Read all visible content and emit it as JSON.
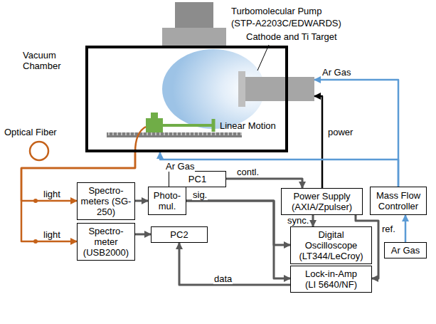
{
  "diagram": {
    "nodes": [
      {
        "text": [
          "Turbomolecular Pump",
          "(STP-A2203C/EDWARDS)"
        ]
      },
      {
        "text": [
          "Vacuum Chamber"
        ]
      },
      {
        "text": [
          "PC1"
        ]
      },
      {
        "text": [
          "Power Supply (AXIA/Zpulser)"
        ]
      },
      {
        "text": [
          "Mass Flow Controller"
        ]
      },
      {
        "text": [
          "Spectro- meters (SG-250)"
        ]
      },
      {
        "text": [
          "Photo- mul."
        ]
      },
      {
        "text": [
          "Spectro- meter (USB2000)"
        ]
      },
      {
        "text": [
          "PC2"
        ]
      },
      {
        "text": [
          "Digital Oscilloscope (LT344/LeCroy)"
        ]
      },
      {
        "text": [
          "Lock-in-Amp (LI 5640/NF)"
        ]
      },
      {
        "text": [
          "Ar Gas"
        ]
      }
    ],
    "edges": [
      {
        "from": 2,
        "to": 3,
        "label": "contl.",
        "arrow": "to"
      },
      {
        "from": 3,
        "to": 1,
        "label": "power",
        "arrow": "to"
      },
      {
        "from": 4,
        "to": 1,
        "label": "Ar Gas",
        "arrow": "to"
      },
      {
        "from": 4,
        "to": 1,
        "label": "Ar Gas",
        "arrow": "to"
      },
      {
        "from": 11,
        "to": 4,
        "arrow": "to"
      },
      {
        "from": 1,
        "to": 5,
        "label": "light",
        "arrow": "to"
      },
      {
        "from": 1,
        "to": 7,
        "label": "light",
        "arrow": "to"
      },
      {
        "from": 5,
        "to": 6,
        "arrow": "to"
      },
      {
        "from": 6,
        "to": 9,
        "label": "sig.",
        "arrow": "to"
      },
      {
        "from": 6,
        "to": 10,
        "arrow": "to"
      },
      {
        "from": 7,
        "to": 8,
        "arrow": "to"
      },
      {
        "from": 10,
        "to": 8,
        "label": "data",
        "arrow": "to"
      },
      {
        "from": 3,
        "to": 9,
        "label": "sync.",
        "arrow": "to"
      },
      {
        "from": 3,
        "to": 10,
        "label": "ref.",
        "arrow": "to"
      }
    ],
    "labels": [
      "Cathode and Ti Target",
      "Linear Motion",
      "Optical Fiber"
    ]
  }
}
